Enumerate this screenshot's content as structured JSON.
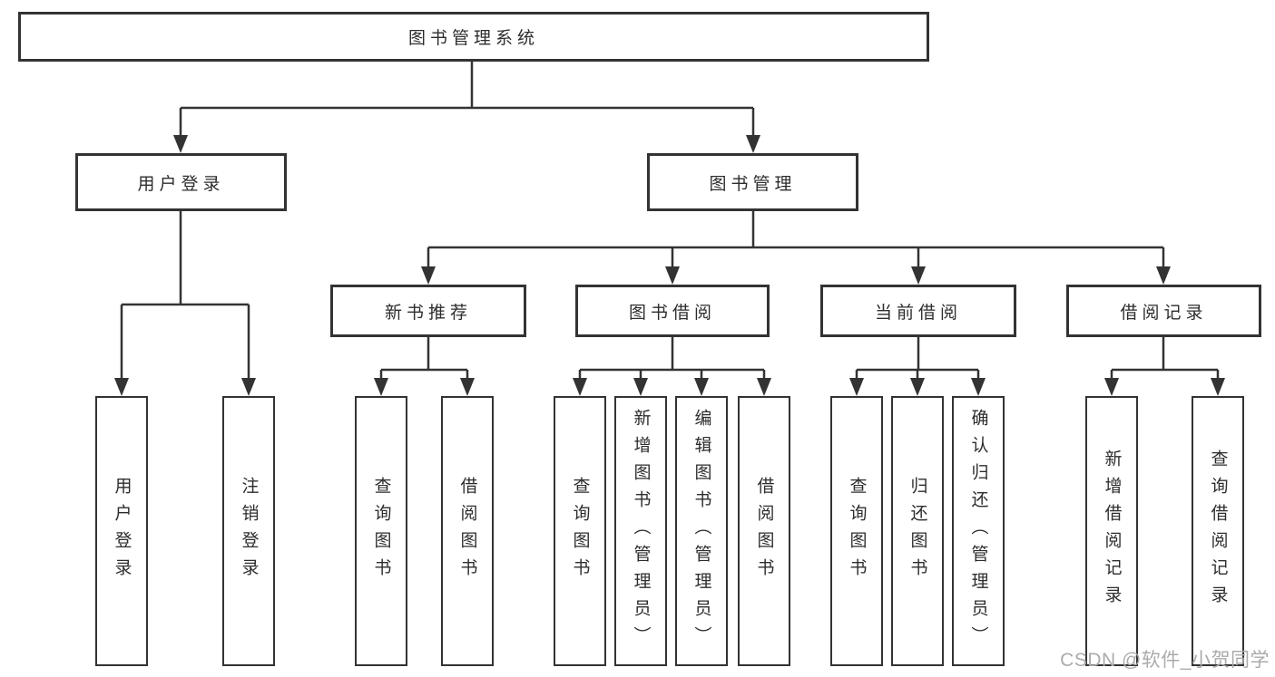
{
  "colors": {
    "line": "#333333",
    "box_border": "#333333",
    "box_fill": "#ffffff",
    "text": "#2d2d2d",
    "watermark": "#ababab"
  },
  "nodes": {
    "root": "图书管理系统",
    "user_login_branch": "用户登录",
    "book_management": "图书管理",
    "new_book_recommend": "新书推荐",
    "book_borrow": "图书借阅",
    "current_borrow": "当前借阅",
    "borrow_records": "借阅记录",
    "leaves": {
      "user_login_group": [
        "用户登录",
        "注销登录"
      ],
      "new_book_group": [
        "查询图书",
        "借阅图书"
      ],
      "book_borrow_group": [
        "查询图书",
        "新增图书（管理员）",
        "编辑图书（管理员）",
        "借阅图书"
      ],
      "current_borrow_group": [
        "查询图书",
        "归还图书",
        "确认归还（管理员）"
      ],
      "records_group": [
        "新增借阅记录",
        "查询借阅记录"
      ]
    }
  },
  "watermark": "CSDN @软件_小贺同学"
}
